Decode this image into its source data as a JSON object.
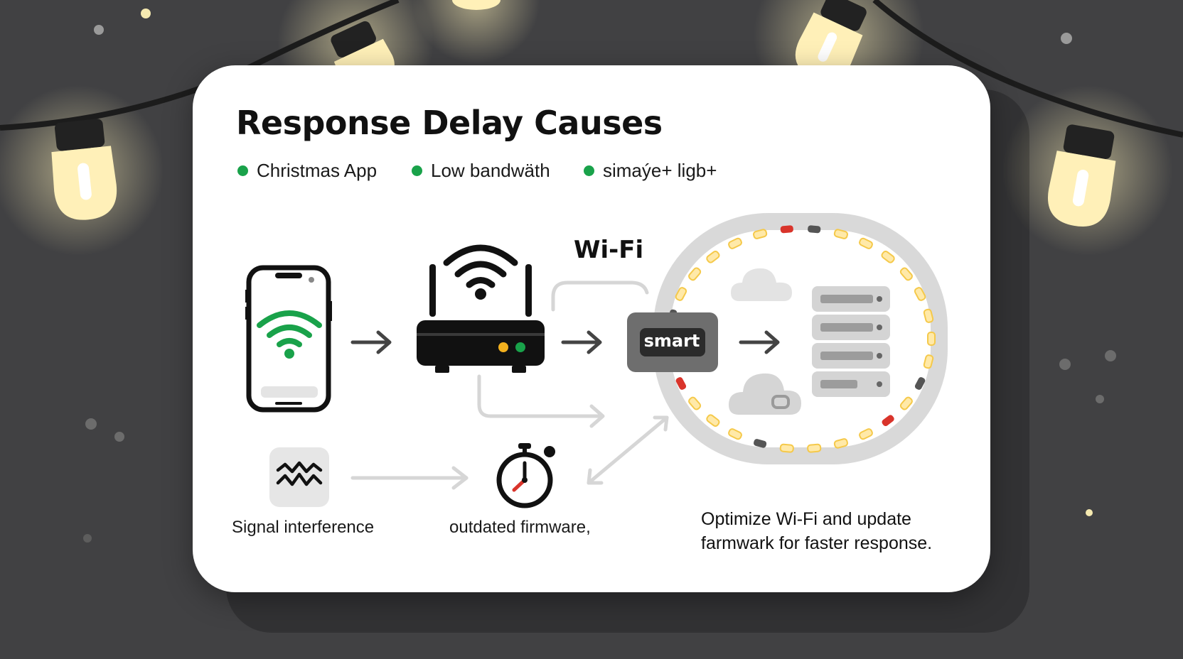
{
  "title": "Response Delay Causes",
  "legend": [
    {
      "label": "Christmas App",
      "color": "#19a24a"
    },
    {
      "label": "Low bandwäth",
      "color": "#19a24a"
    },
    {
      "label": "simaýe+ ligb+",
      "color": "#19a24a"
    }
  ],
  "labels": {
    "wifi": "Wi-Fi",
    "smart": "smart",
    "signal_interference": "Signal interference",
    "outdated_firmware": "outdated firmware,"
  },
  "note": {
    "line1": "Optimize Wi-Fi and update",
    "line2": "farmwark for faster response."
  },
  "icons": {
    "phone": "phone-wifi-icon",
    "router": "router-icon",
    "hub": "smart-hub-icon",
    "server": "server-rack-icon",
    "cloud": "cloud-icon",
    "interference": "signal-interference-icon",
    "clock": "stopwatch-icon"
  },
  "colors": {
    "accent_green": "#19a24a",
    "router_led_amber": "#f2b01e",
    "warning_red": "#d9342b",
    "background": "#414143"
  }
}
